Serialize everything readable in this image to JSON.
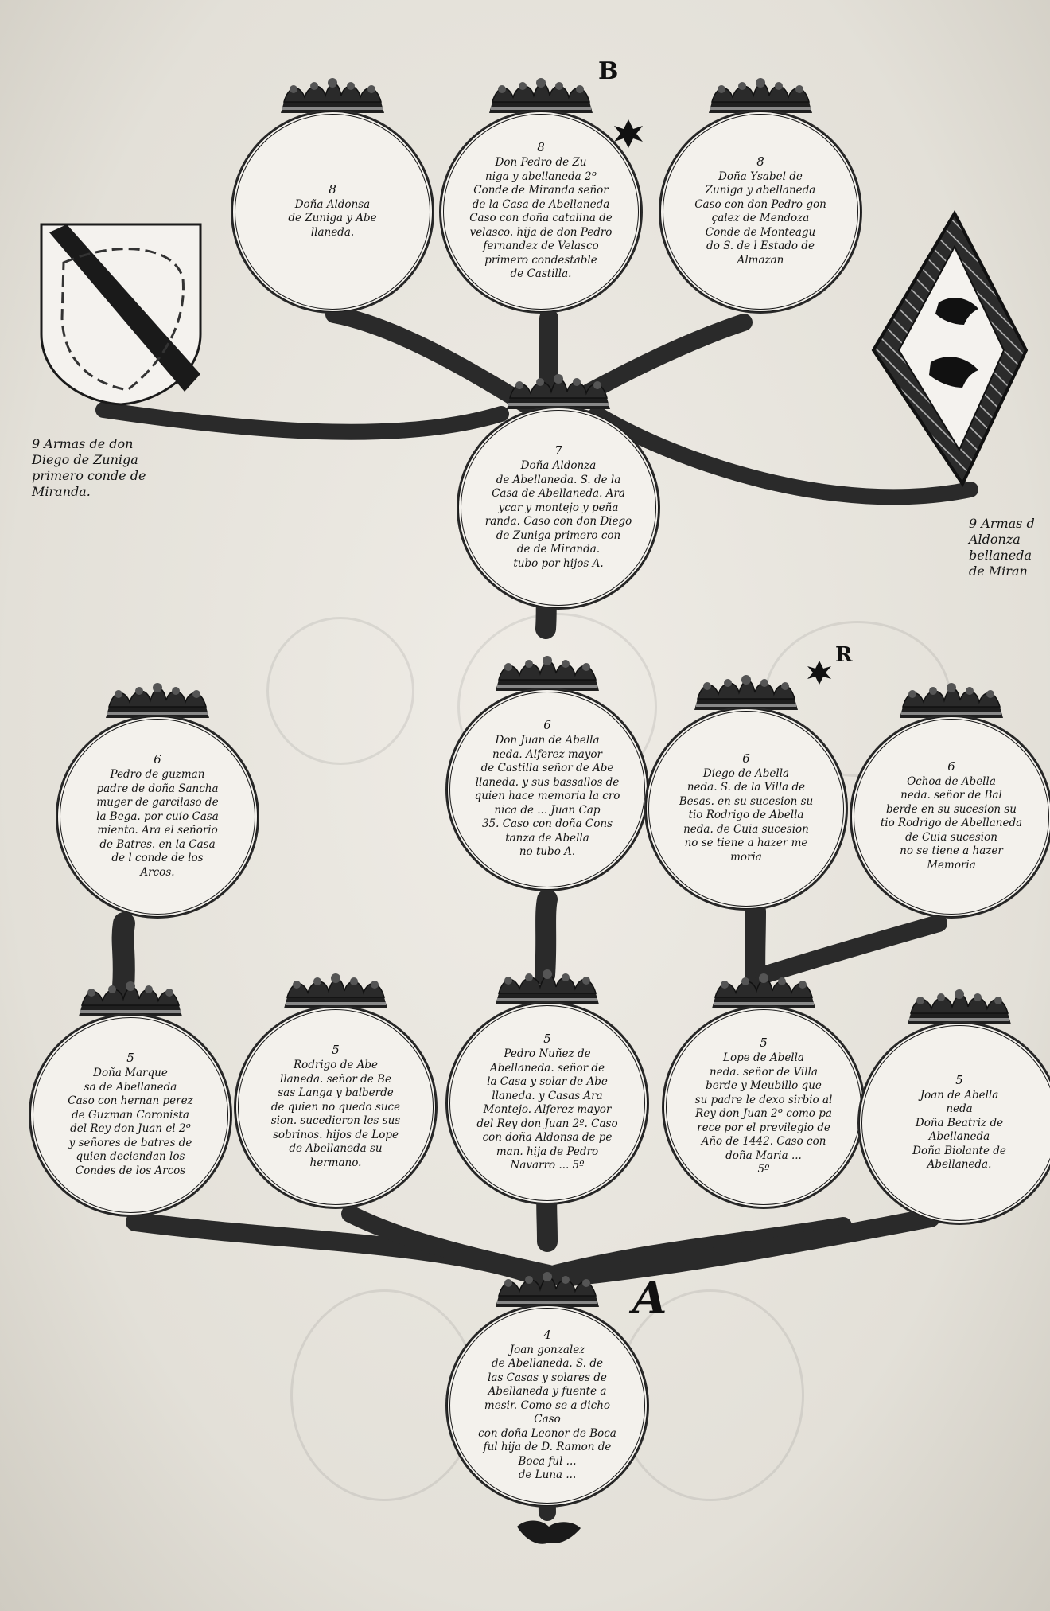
{
  "letters": {
    "top": "B",
    "middle": "R",
    "bottom": "A"
  },
  "arms": {
    "left_caption": "9 Armas de don\nDiego de Zuniga\nprimero conde de\nMiranda.",
    "right_caption": "9 Armas d\nAldonza\nbellaneda\nde Miran"
  },
  "persons": [
    {
      "id": "aldonsa-top",
      "num": "8",
      "text": "Doña Aldonsa\nde Zuniga y Abe\nllaneda."
    },
    {
      "id": "pedro-zuniga",
      "num": "8",
      "text": "Don Pedro de Zu\nniga y abellaneda 2º\nConde de Miranda señor\nde la Casa de Abellaneda\nCaso con doña catalina de\nvelasco. hija de don Pedro\nfernandez de Velasco\nprimero condestable\nde Castilla."
    },
    {
      "id": "isabel-zuniga",
      "num": "8",
      "text": "Doña Ysabel de\nZuniga y abellaneda\nCaso con don Pedro gon\nçalez de Mendoza\nConde de Monteagu\ndo S. de l Estado de\nAlmazan"
    },
    {
      "id": "aldonza-7",
      "num": "7",
      "text": "Doña Aldonza\nde Abellaneda. S. de la\nCasa de Abellaneda. Ara\nycar y montejo y peña\nranda. Caso con don Diego\nde Zuniga primero con\nde de Miranda.\ntubo por hijos A."
    },
    {
      "id": "pedro-guzman",
      "num": "6",
      "text": "Pedro de guzman\npadre de doña Sancha\nmuger de garcilaso de\nla Bega. por cuio Casa\nmiento. Ara el señorio\nde Batres. en la Casa\nde l conde de los\nArcos."
    },
    {
      "id": "juan-6",
      "num": "6",
      "text": "Don Juan de Abella\nneda. Alferez mayor\nde Castilla señor de Abe\nllaneda. y sus bassallos de\nquien hace memoria la cro\nnica de ... Juan Cap\n35. Caso con doña Cons\ntanza de Abella\nno tubo A."
    },
    {
      "id": "diego-6",
      "num": "6",
      "text": "Diego de Abella\nneda. S. de la Villa de\nBesas. en su sucesion su\ntio Rodrigo de Abella\nneda. de Cuia sucesion\nno se tiene a hazer me\nmoria"
    },
    {
      "id": "ochoa-6",
      "num": "6",
      "text": "Ochoa de Abella\nneda. señor de Bal\nberde en su sucesion su\ntio Rodrigo de Abellaneda\nde Cuia sucesion\nno se tiene a hazer\nMemoria"
    },
    {
      "id": "marquesa",
      "num": "5",
      "text": "Doña Marque\nsa de Abellaneda\nCaso con hernan perez\nde Guzman Coronista\ndel Rey don Juan el 2º\ny señores de batres de\nquien deciendan los\nCondes de los Arcos"
    },
    {
      "id": "rodrigo-5",
      "num": "5",
      "text": "Rodrigo de Abe\nllaneda. señor de Be\nsas Langa y balberde\nde quien no quedo suce\nsion. sucedieron les sus\nsobrinos. hijos de Lope\nde Abellaneda su\nhermano."
    },
    {
      "id": "pedro-nunez",
      "num": "5",
      "text": "Pedro Nuñez de\nAbellaneda. señor de\nla Casa y solar de Abe\nllaneda. y Casas Ara\nMontejo. Alferez mayor\ndel Rey don Juan 2º. Caso\ncon doña Aldonsa de pe\nman. hija de Pedro\nNavarro ... 5º"
    },
    {
      "id": "lope-5",
      "num": "5",
      "text": "Lope de Abella\nneda. señor de Villa\nberde y Meubillo que\nsu padre le dexo sirbio al\nRey don Juan 2º como pa\nrece por el previlegio de\nAño de 1442. Caso con\ndoña Maria ...\n5º"
    },
    {
      "id": "juan-5",
      "num": "5",
      "text": "Joan de Abella\nneda\nDoña Beatriz de\nAbellaneda\nDoña Biolante de\nAbellaneda."
    },
    {
      "id": "juan-gonzalez",
      "num": "4",
      "text": "Joan gonzalez\nde Abellaneda. S. de\nlas Casas y solares de\nAbellaneda y fuente a\nmesir. Como se a dicho Caso\ncon doña Leonor de Boca\nful hija de D. Ramon de\nBoca ful ... \nde Luna ..."
    }
  ]
}
